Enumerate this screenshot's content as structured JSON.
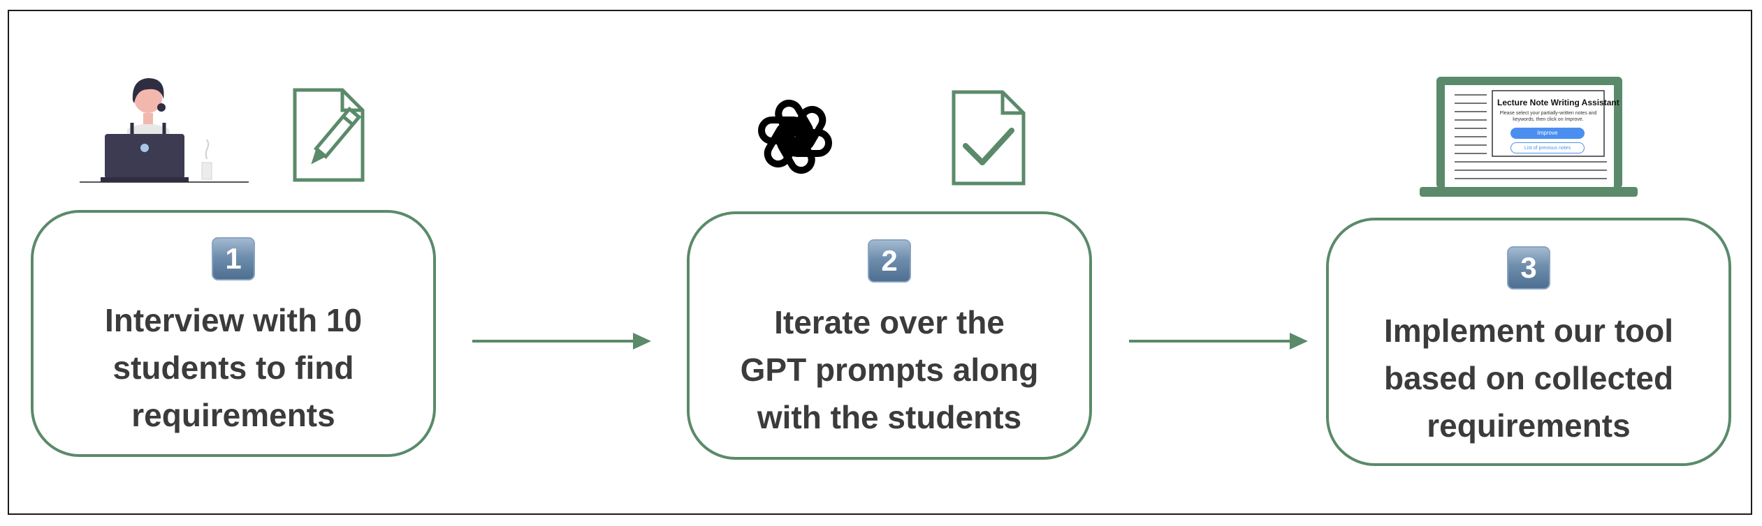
{
  "steps": [
    {
      "number": "1",
      "lines": [
        "Interview with 10",
        "students to find",
        "requirements"
      ]
    },
    {
      "number": "2",
      "lines": [
        "Iterate over the",
        "GPT prompts along",
        "with the students"
      ]
    },
    {
      "number": "3",
      "lines": [
        "Implement our tool",
        "based on collected",
        "requirements"
      ]
    }
  ],
  "laptop_screen": {
    "title": "Lecture Note Writing Assistant",
    "description": "Please select your partially-written notes and keywords, then click on Improve.",
    "primary_button": "Improve",
    "secondary_button": "List of previous notes"
  },
  "colors": {
    "accent": "#5a8a6a",
    "text": "#3b3b3b",
    "badge": "#5f7fa2"
  }
}
